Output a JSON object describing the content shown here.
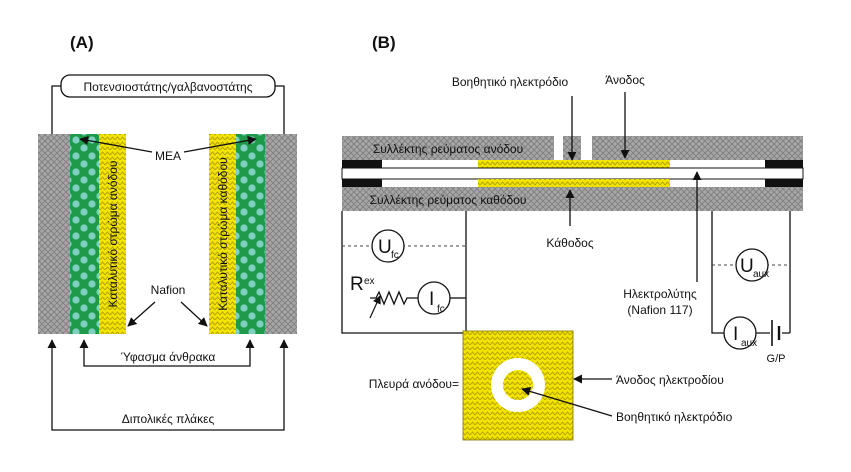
{
  "panel_a": {
    "tag": "(A)",
    "potentiostat_label": "Ποτενσιοστάτης/γαλβανοστάτης",
    "mea_label": "MEA",
    "anode_catalyst_label": "Καταλυτικό στρώμα ανόδου",
    "cathode_catalyst_label": "Καταλυτικό στρώμα καθόδου",
    "nafion_label": "Nafion",
    "carbon_cloth_label": "Ύφασμα άνθρακα",
    "bipolar_plates_label": "Διπολικές πλάκες"
  },
  "panel_b": {
    "tag": "(B)",
    "aux_electrode_label": "Βοηθητικό ηλεκτρόδιο",
    "anode_label": "Άνοδος",
    "anode_collector_label": "Συλλέκτης ρεύματος ανόδου",
    "cathode_collector_label": "Συλλέκτης ρεύματος καθόδου",
    "cathode_label": "Κάθοδος",
    "u_fc": {
      "main": "U",
      "sub": "fc"
    },
    "i_fc": {
      "main": "I",
      "sub": "fc"
    },
    "r_ex": {
      "main": "R",
      "sub": "ex"
    },
    "u_aux": {
      "main": "U",
      "sub": "aux"
    },
    "i_aux": {
      "main": "I",
      "sub": "aux"
    },
    "gp_label": "G/P",
    "electrolyte_label": "Ηλεκτρολύτης",
    "electrolyte_sub_label": "(Nafion 117)",
    "anode_side_label": "Πλευρά ανόδου=",
    "anode_electrode_label": "Άνοδος ηλεκτροδίου",
    "aux_electrode_label_2": "Βοηθητικό ηλεκτρόδιο"
  },
  "colors": {
    "plate_gray": "#a6a6a6",
    "gdl_green": "#1f9a4a",
    "gdl_dots": "#7fd0c0",
    "catalyst_yellow": "#f2e600",
    "line": "#111111"
  }
}
